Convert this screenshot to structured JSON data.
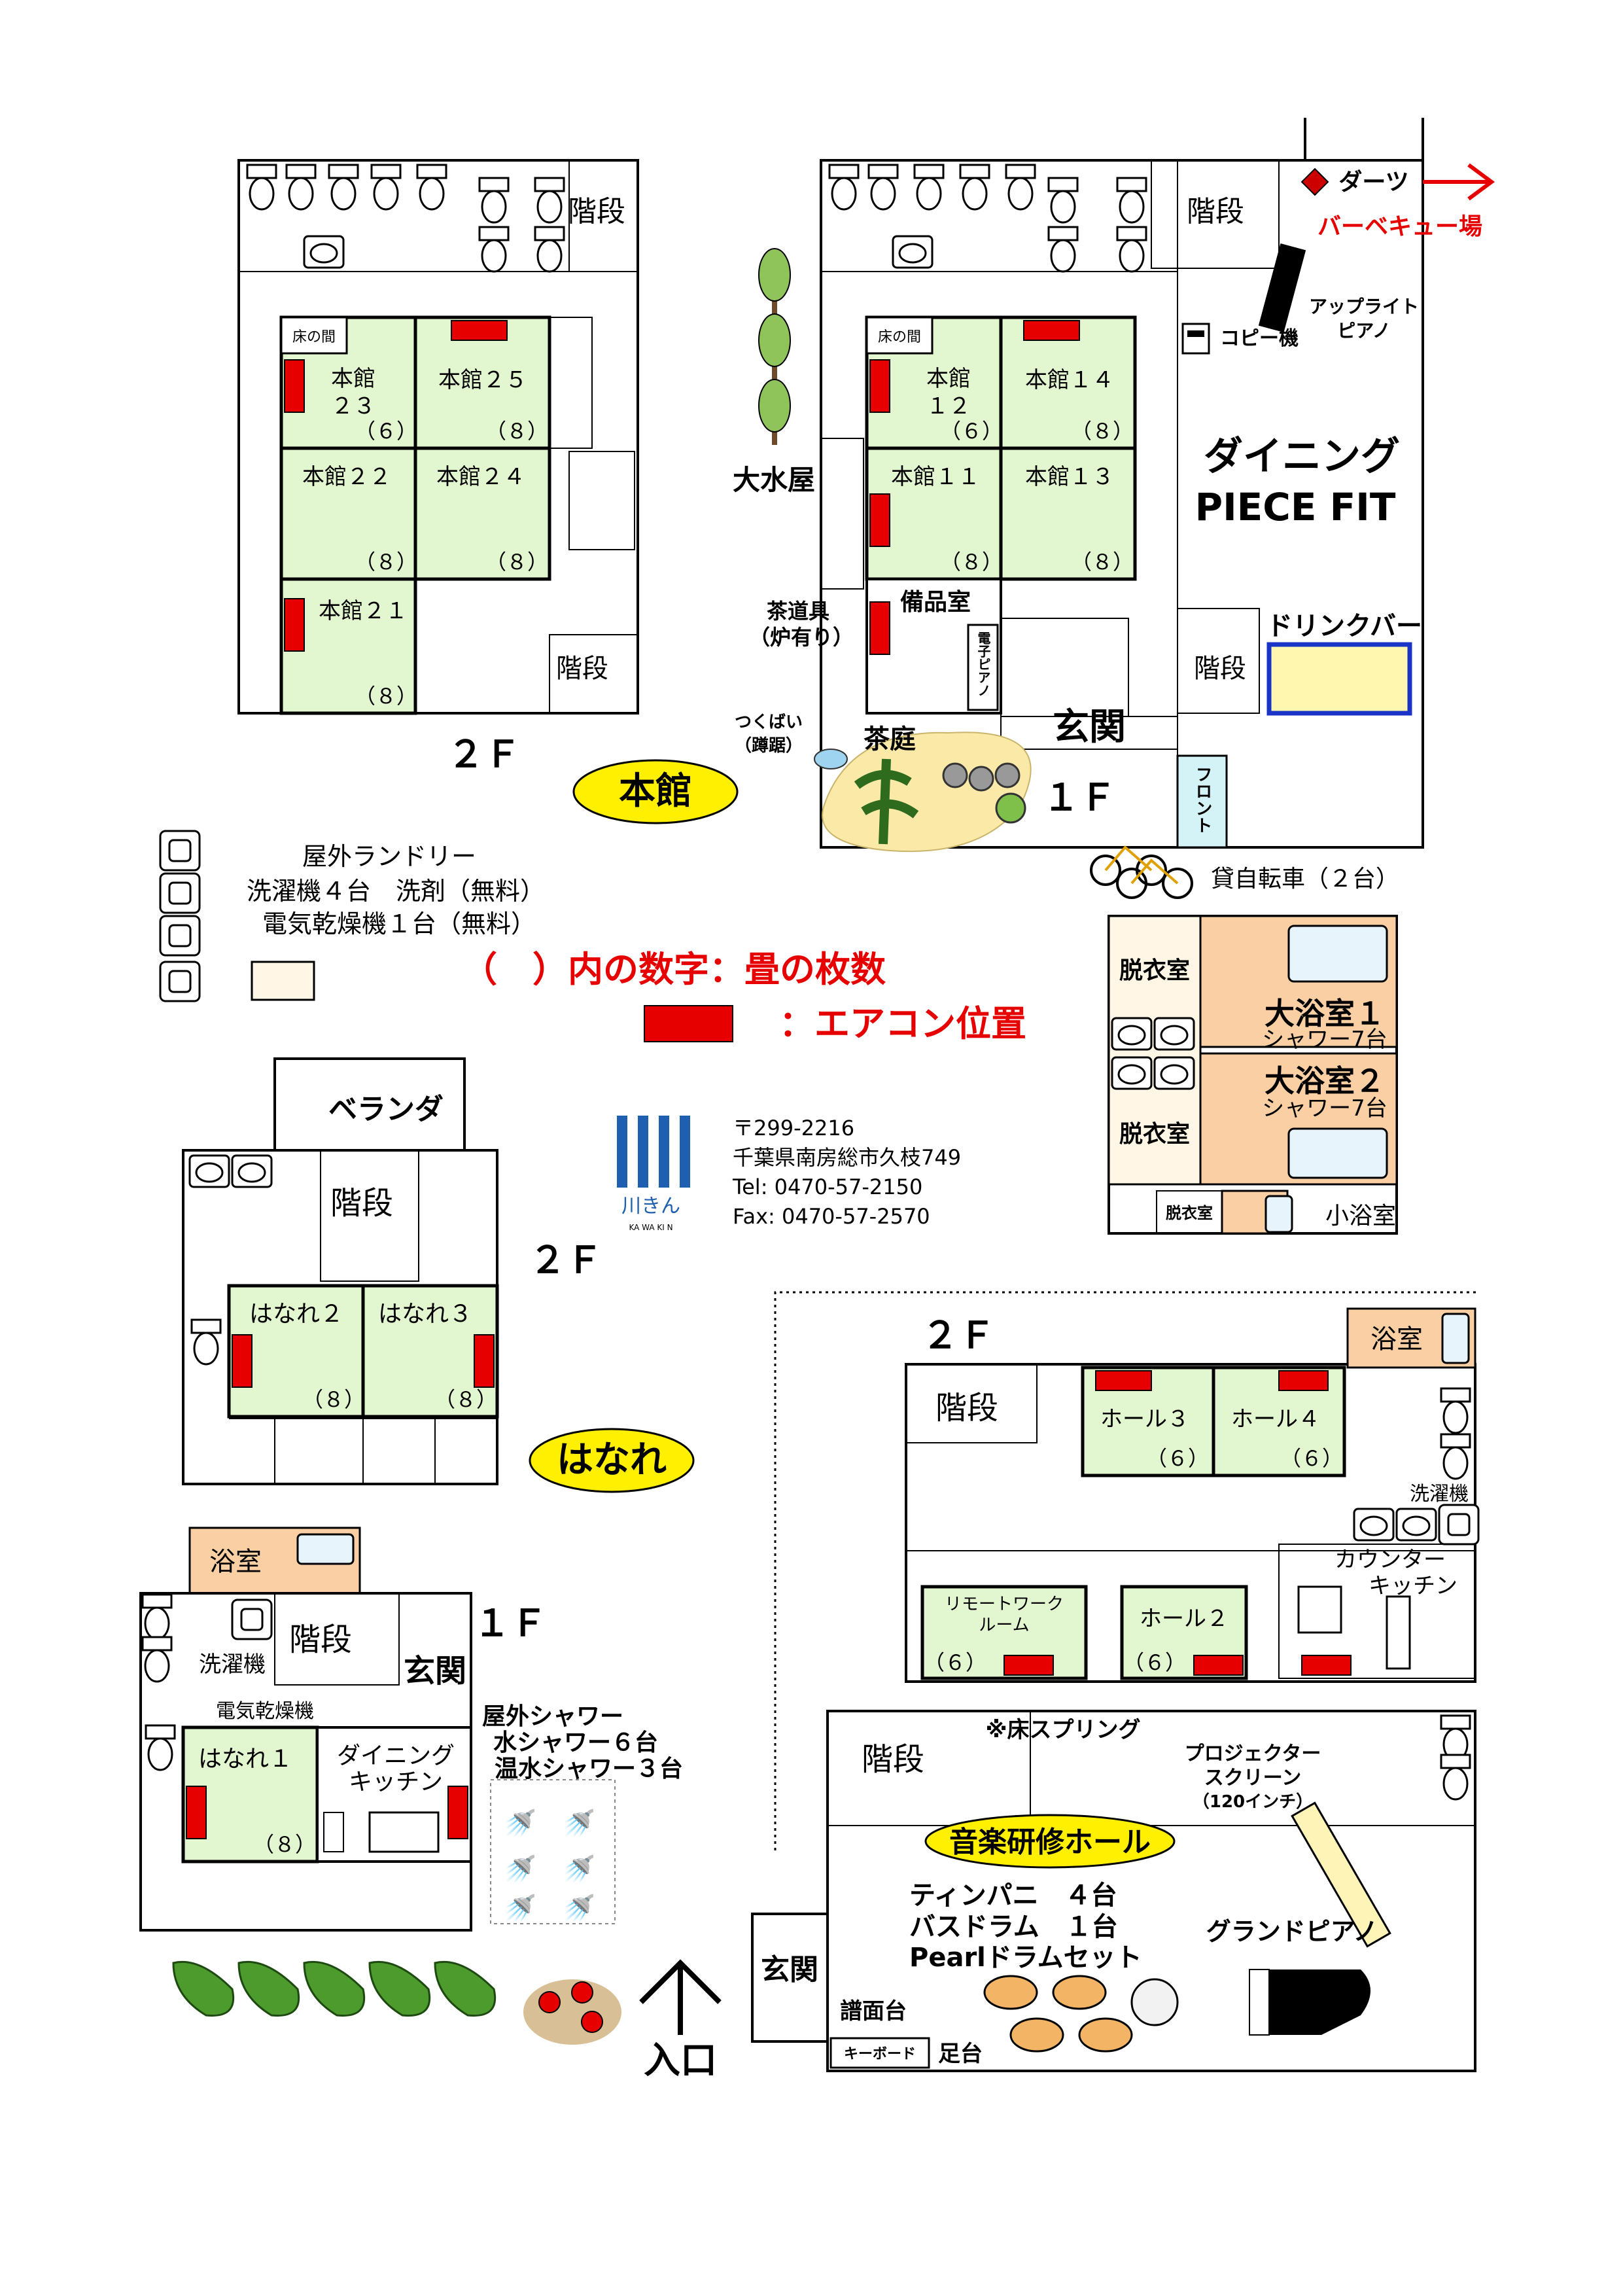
{
  "honkan": {
    "badge": "本館",
    "floor2": "２Ｆ",
    "floor1": "１Ｆ",
    "kaidan": "階段",
    "tokonoma": "床の間",
    "rooms2f": [
      {
        "name": "本館\n２３",
        "size": "（６）"
      },
      {
        "name": "本館２５",
        "size": "（８）"
      },
      {
        "name": "本館２２",
        "size": "（８）"
      },
      {
        "name": "本館２４",
        "size": "（８）"
      },
      {
        "name": "本館２１",
        "size": "（８）"
      }
    ],
    "rooms1f": [
      {
        "name": "本館\n１２",
        "size": "（６）"
      },
      {
        "name": "本館１４",
        "size": "（８）"
      },
      {
        "name": "本館１１",
        "size": "（８）"
      },
      {
        "name": "本館１３",
        "size": "（８）"
      }
    ],
    "omizuya": "大水屋",
    "chadogu": "茶道具\n（炉有り）",
    "bihinshitsu": "備品室",
    "denshi_piano": "電子ピアノ",
    "genkan": "玄関",
    "front": "フロント",
    "tsukubai": "つくばい\n（蹲踞）",
    "chatei": "茶庭",
    "dining": "ダイニング",
    "dining_en": "PIECE FIT",
    "drink_bar": "ドリンクバー",
    "copy": "コピー機",
    "upright_piano": "アップライト\nピアノ",
    "darts": "ダーツ",
    "bbq": "バーベキュー場",
    "bicycle": "貸自転車（２台）",
    "datsuishitsu": "脱衣室",
    "bath1": "大浴室１",
    "bath1_shower": "シャワー7台",
    "bath2": "大浴室２",
    "bath2_shower": "シャワー7台",
    "small_bath": "小浴室",
    "small_datsui": "脱衣室"
  },
  "laundry": {
    "title": "屋外ランドリー",
    "line1": "洗濯機４台　洗剤（無料）",
    "line2": "電気乾燥機１台（無料）"
  },
  "legend": {
    "tatami": "（　）内の数字：畳の枚数",
    "aircon": "：エアコン位置",
    "aircon_color": "#e60000"
  },
  "contact": {
    "logo": "川きん",
    "logo_en": "KA WA KI N",
    "postal": "〒299-2216",
    "address": "千葉県南房総市久枝749",
    "tel": "Tel: 0470-57-2150",
    "fax": "Fax: 0470-57-2570"
  },
  "hanare": {
    "badge": "はなれ",
    "floor2": "２Ｆ",
    "floor1": "１Ｆ",
    "veranda": "ベランダ",
    "kaidan": "階段",
    "rooms2f": [
      {
        "name": "はなれ２",
        "size": "（８）"
      },
      {
        "name": "はなれ３",
        "size": "（８）"
      }
    ],
    "yokushitsu": "浴室",
    "sentakuki": "洗濯機",
    "kansouki": "電気乾燥機",
    "genkan": "玄関",
    "room1f": {
      "name": "はなれ１",
      "size": "（８）"
    },
    "dining": "ダイニング\nキッチン",
    "shower_title": "屋外シャワー",
    "shower_line1": "水シャワー６台",
    "shower_line2": "温水シャワー３台",
    "entrance": "入口"
  },
  "hall": {
    "floor2": "２Ｆ",
    "kaidan": "階段",
    "yokushitsu": "浴室",
    "sentakuki": "洗濯機",
    "rooms2f": [
      {
        "name": "ホール３",
        "size": "（６）"
      },
      {
        "name": "ホール４",
        "size": "（６）"
      },
      {
        "name": "リモートワーク\nルーム",
        "size": "（６）"
      },
      {
        "name": "ホール２",
        "size": "（６）"
      }
    ],
    "counter_kitchen": "カウンター\nキッチン",
    "spring": "※床スプリング",
    "projector": "プロジェクター\nスクリーン\n（120インチ）",
    "badge": "音楽研修ホール",
    "instruments": [
      "ティンパニ　４台",
      "バスドラム　１台",
      "Pearlドラムセット"
    ],
    "grand_piano": "グランドピアノ",
    "genkan": "玄関",
    "music_stand": "譜面台",
    "keyboard": "キーボード",
    "ashidai": "足台"
  }
}
